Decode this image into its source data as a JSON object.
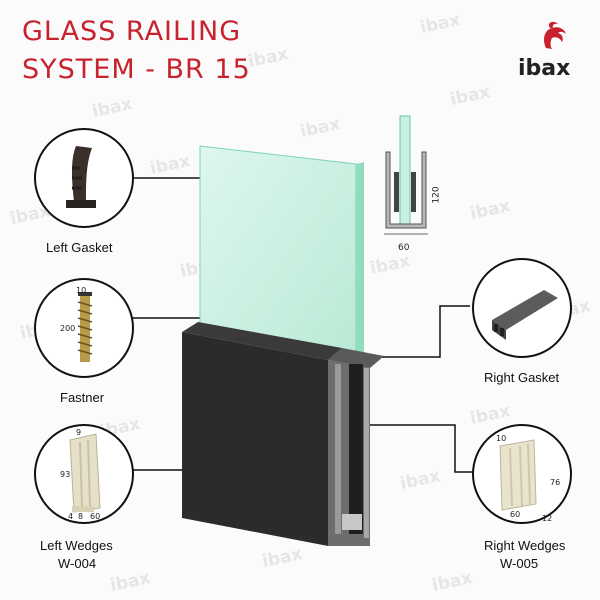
{
  "title": {
    "line1": "GLASS RAILING",
    "line2": "SYSTEM - BR 15"
  },
  "brand": {
    "logo_text": "ibax",
    "watermark": "ibax"
  },
  "dimensions": {
    "height": "120",
    "width": "60"
  },
  "parts": {
    "left_gasket": {
      "label": "Left Gasket"
    },
    "fastner": {
      "label": "Fastner",
      "dim_top": "10",
      "dim_side": "200"
    },
    "left_wedges": {
      "label": "Left Wedges",
      "code": "W-004",
      "dim_top": "9",
      "dim_side": "93",
      "dim_b1": "4",
      "dim_b2": "8",
      "dim_b3": "60"
    },
    "right_gasket": {
      "label": "Right Gasket"
    },
    "right_wedges": {
      "label": "Right Wedges",
      "code": "W-005",
      "dim_top": "10",
      "dim_side": "76",
      "dim_b1": "60",
      "dim_b2": "12"
    }
  },
  "colors": {
    "title": "#c8222e",
    "glass": "#c9efe0",
    "profile": "#2b2b2b"
  }
}
